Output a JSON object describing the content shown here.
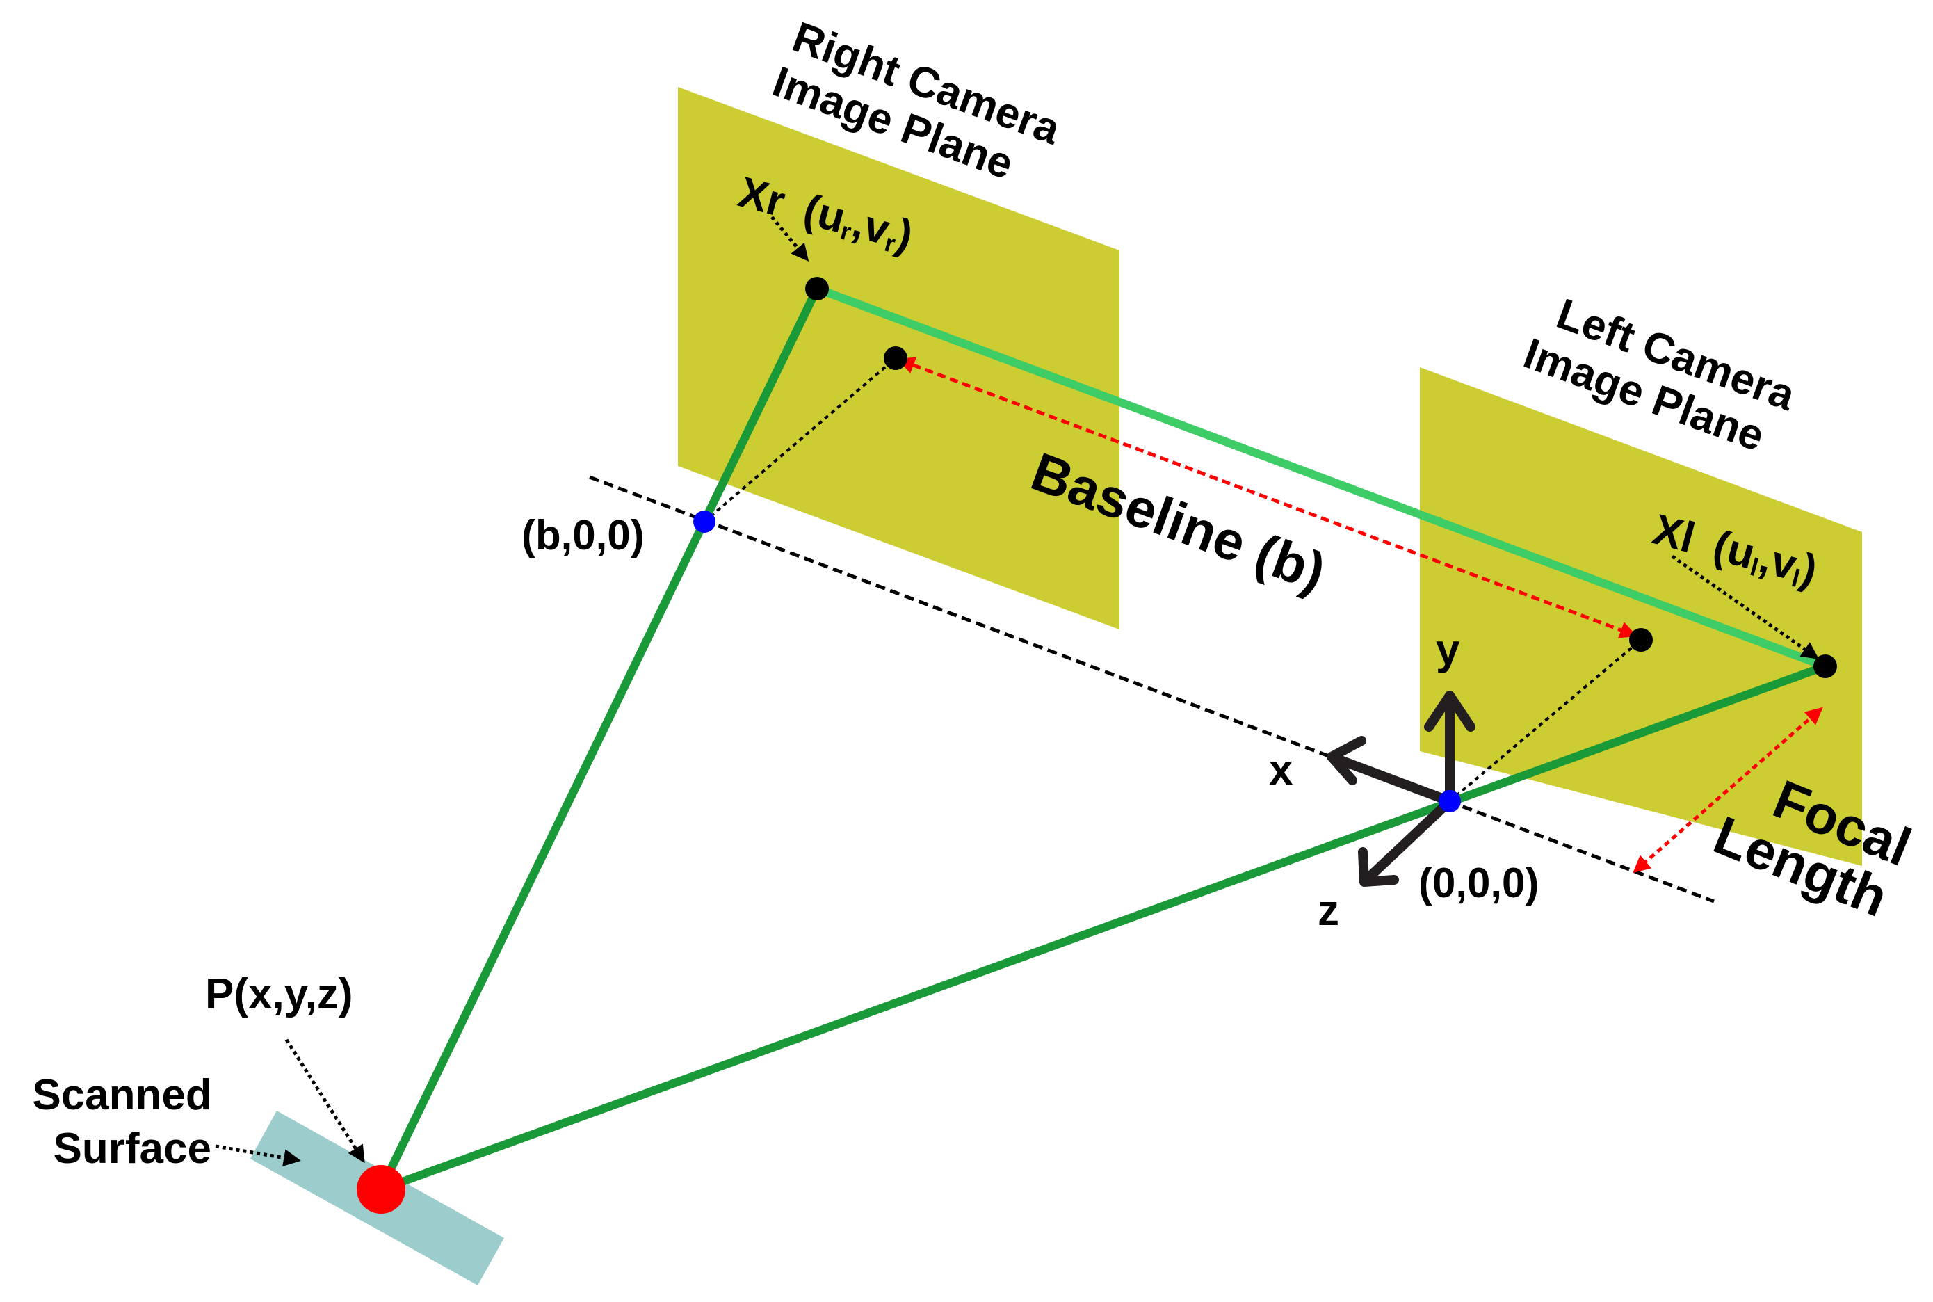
{
  "labels": {
    "right_plane": [
      "Right Camera",
      "Image Plane"
    ],
    "left_plane": [
      "Left Camera",
      "Image Plane"
    ],
    "xr_name": "Xr",
    "xr_coords": {
      "open": "(u",
      "sub1": "r",
      "mid": ",v",
      "sub2": "r",
      "close": ")"
    },
    "xl_name": "Xl",
    "xl_coords": {
      "open": "(u",
      "sub1": "l",
      "mid": ",v",
      "sub2": "l",
      "close": ")"
    },
    "baseline": "Baseline (b)",
    "b_point": "(b,0,0)",
    "origin": "(0,0,0)",
    "focal": [
      "Focal",
      "Length"
    ],
    "axis_x": "x",
    "axis_y": "y",
    "axis_z": "z",
    "point_p": "P(x,y,z)",
    "surface": [
      "Scanned",
      "Surface"
    ]
  },
  "colors": {
    "image_plane": "#cccc33",
    "ray_dark_green": "#1a9938",
    "ray_light_green": "#3dcc66",
    "surface": "#9ccccc",
    "point_p": "#ff0000",
    "camera_center": "#0000ff",
    "image_point": "#000000",
    "measure_arrow": "#ff0000",
    "axis": "#231f20"
  }
}
